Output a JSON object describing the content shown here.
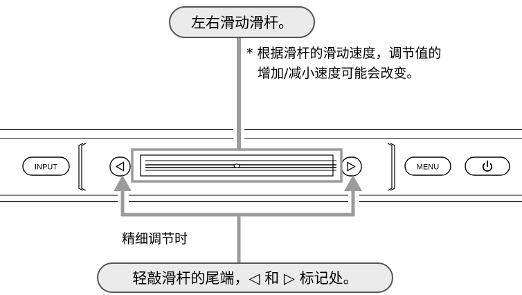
{
  "callout_top": {
    "text": "左右滑动滑杆。"
  },
  "note": {
    "line1": "* 根据滑杆的滑动速度，调节值的",
    "line2": "增加/减小速度可能会改变。"
  },
  "fine_adjust_label": "精细调节时",
  "callout_bottom": {
    "text": "轻敲滑杆的尾端，◁ 和 ▷ 标记处。"
  },
  "buttons": {
    "input": "INPUT",
    "menu": "MENU",
    "power_icon": "power-icon",
    "left_mark": "◁",
    "right_mark": "▷"
  }
}
